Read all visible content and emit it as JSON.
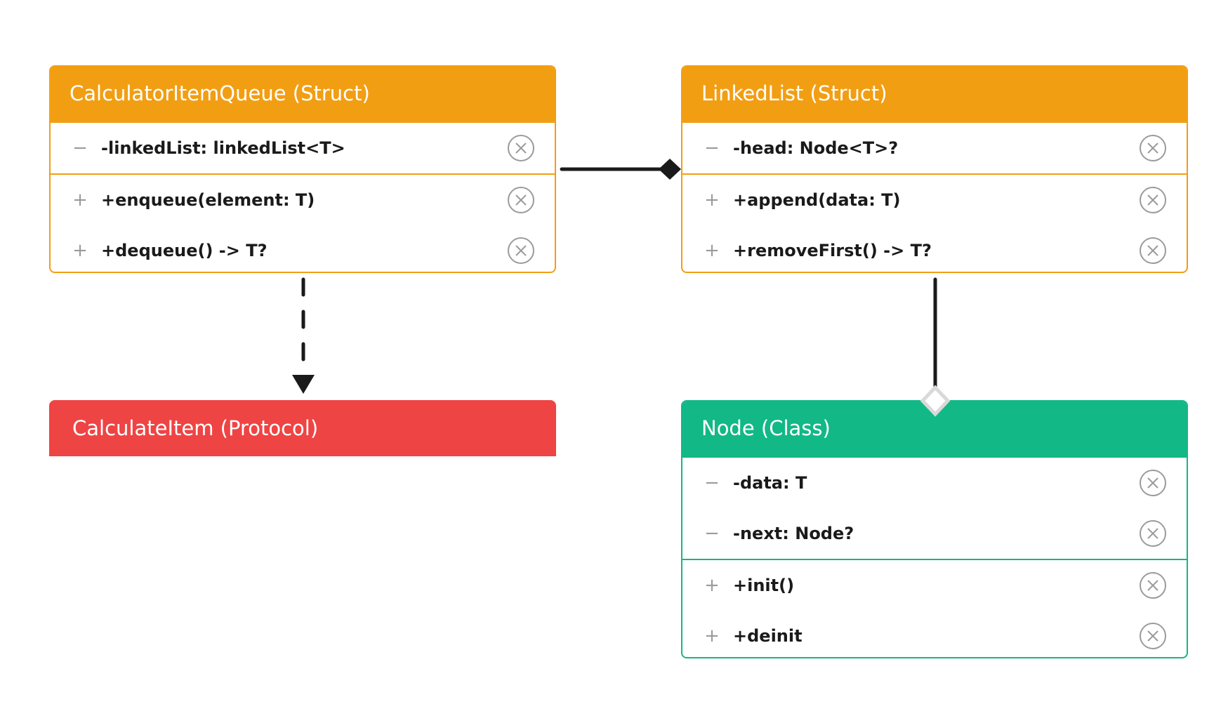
{
  "classes": {
    "calculator_item_queue": {
      "title": "CalculatorItemQueue (Struct)",
      "properties": [
        {
          "sign": "−",
          "label": "-linkedList: linkedList<T>"
        }
      ],
      "methods": [
        {
          "sign": "+",
          "label": "+enqueue(element: T)"
        },
        {
          "sign": "+",
          "label": "+dequeue() -> T?"
        }
      ]
    },
    "linked_list": {
      "title": "LinkedList (Struct)",
      "properties": [
        {
          "sign": "−",
          "label": "-head: Node<T>?"
        }
      ],
      "methods": [
        {
          "sign": "+",
          "label": "+append(data: T)"
        },
        {
          "sign": "+",
          "label": "+removeFirst() -> T?"
        }
      ]
    },
    "calculate_item": {
      "title": "CalculateItem (Protocol)"
    },
    "node": {
      "title": "Node (Class)",
      "properties": [
        {
          "sign": "−",
          "label": "-data: T"
        },
        {
          "sign": "−",
          "label": "-next: Node?"
        }
      ],
      "methods": [
        {
          "sign": "+",
          "label": "+init()"
        },
        {
          "sign": "+",
          "label": "+deinit"
        }
      ]
    }
  },
  "colors": {
    "struct": "#f29e13",
    "protocol": "#ef4444",
    "class": "#12b886",
    "connector": "#1a1a1a"
  },
  "icons": {
    "remove": "circle-x-icon"
  }
}
